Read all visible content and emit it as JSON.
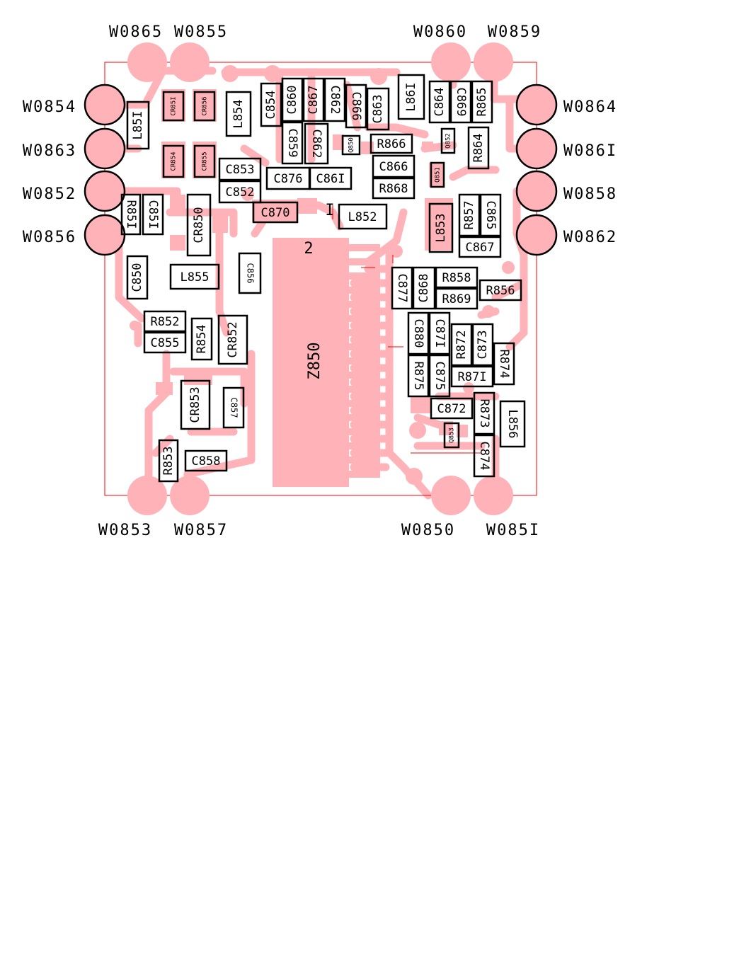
{
  "board": {
    "wire_pads": {
      "W0865": "W0865",
      "W0855": "W0855",
      "W0860": "W0860",
      "W0859": "W0859",
      "W0854": "W0854",
      "W0863": "W0863",
      "W0852": "W0852",
      "W0856": "W0856",
      "W0864": "W0864",
      "W0861": "W086I",
      "W0858": "W0858",
      "W0862": "W0862",
      "W0853": "W0853",
      "W0857": "W0857",
      "W0850": "W0850",
      "W0851": "W085I"
    },
    "ic": {
      "ref": "Z850",
      "pin2": "2",
      "pin1": "I"
    },
    "components": {
      "CR851": "CR85I",
      "CR856": "CR856",
      "L854": "L854",
      "C854": "C854",
      "C860": "C860",
      "C867": "C867",
      "C862": "C862",
      "C866r": "C866",
      "C863": "C863",
      "L861": "L86I",
      "C864": "C864",
      "C869": "C869",
      "R865": "R865",
      "L851": "L85I",
      "CR854": "CR854",
      "CR855": "CR855",
      "C859": "C859",
      "C862b": "C862",
      "Q850": "Q850",
      "R866": "R866",
      "Q852": "Q852",
      "R864": "R864",
      "C853": "C853",
      "C876": "C876",
      "C861": "C86I",
      "C866": "C866",
      "Q851": "Q851",
      "C852": "C852",
      "R868": "R868",
      "R851": "R85I",
      "C851": "C85I",
      "CR850": "CR850",
      "C870": "C870",
      "L852": "L852",
      "L853": "L853",
      "R857": "R857",
      "C865": "C865",
      "C867b": "C867",
      "C850": "C850",
      "L855": "L855",
      "C856": "C856",
      "C877": "C877",
      "C868": "C868",
      "R858": "R858",
      "R869": "R869",
      "R856": "R856",
      "R852": "R852",
      "C855": "C855",
      "R854": "R854",
      "CR852": "CR852",
      "C880": "C880",
      "C871": "C87I",
      "R872": "R872",
      "C873": "C873",
      "R874": "R874",
      "R875": "R875",
      "C875": "C875",
      "R871": "R87I",
      "CR853": "CR853",
      "C857": "C857",
      "C872": "C872",
      "R873": "R873",
      "L856": "L856",
      "Q853": "Q853",
      "R853": "R853",
      "C858": "C858",
      "C874": "C874"
    }
  },
  "colors": {
    "copper": "#ffb3b8",
    "outline": "#ff0000",
    "silkscreen": "#000000",
    "background": "#ffffff"
  }
}
